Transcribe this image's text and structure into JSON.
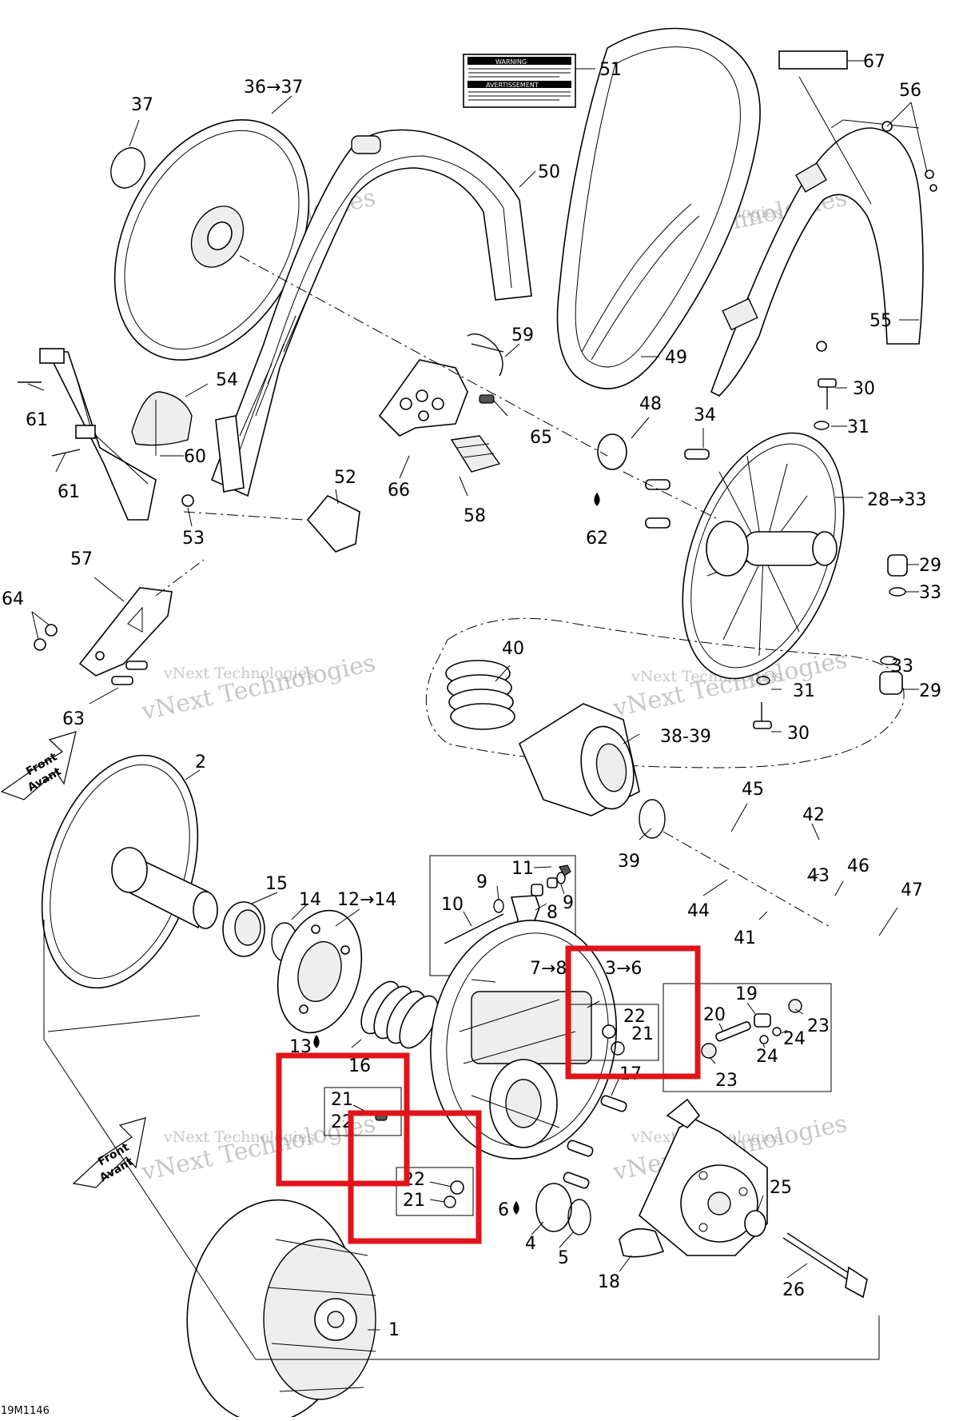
{
  "diagram": {
    "code": "19M1146",
    "watermark": "vNext Technologies",
    "front_arrow_lines": [
      "Front",
      "Avant"
    ],
    "highlight_color": "#e0141a",
    "callouts": [
      {
        "id": "c51",
        "text": "51"
      },
      {
        "id": "c67",
        "text": "67"
      },
      {
        "id": "c56",
        "text": "56"
      },
      {
        "id": "c3637",
        "text": "36→37"
      },
      {
        "id": "c37",
        "text": "37"
      },
      {
        "id": "c50",
        "text": "50"
      },
      {
        "id": "c55",
        "text": "55"
      },
      {
        "id": "c59",
        "text": "59"
      },
      {
        "id": "c49",
        "text": "49"
      },
      {
        "id": "c54",
        "text": "54"
      },
      {
        "id": "c61a",
        "text": "61"
      },
      {
        "id": "c60",
        "text": "60"
      },
      {
        "id": "c61b",
        "text": "61"
      },
      {
        "id": "c30a",
        "text": "30"
      },
      {
        "id": "c31a",
        "text": "31"
      },
      {
        "id": "c48",
        "text": "48"
      },
      {
        "id": "c34",
        "text": "34"
      },
      {
        "id": "c65",
        "text": "65"
      },
      {
        "id": "c66",
        "text": "66"
      },
      {
        "id": "c52",
        "text": "52"
      },
      {
        "id": "c53",
        "text": "53"
      },
      {
        "id": "c58",
        "text": "58"
      },
      {
        "id": "c62",
        "text": "62"
      },
      {
        "id": "c2833",
        "text": "28→33"
      },
      {
        "id": "c29a",
        "text": "29"
      },
      {
        "id": "c33a",
        "text": "33"
      },
      {
        "id": "c57",
        "text": "57"
      },
      {
        "id": "c64",
        "text": "64"
      },
      {
        "id": "c63",
        "text": "63"
      },
      {
        "id": "c40",
        "text": "40"
      },
      {
        "id": "c33b",
        "text": "33"
      },
      {
        "id": "c31b",
        "text": "31"
      },
      {
        "id": "c29b",
        "text": "29"
      },
      {
        "id": "c30b",
        "text": "30"
      },
      {
        "id": "c3839",
        "text": "38-39"
      },
      {
        "id": "c2",
        "text": "2"
      },
      {
        "id": "c45",
        "text": "45"
      },
      {
        "id": "c42",
        "text": "42"
      },
      {
        "id": "c39",
        "text": "39"
      },
      {
        "id": "c43",
        "text": "43"
      },
      {
        "id": "c46",
        "text": "46"
      },
      {
        "id": "c47",
        "text": "47"
      },
      {
        "id": "c44",
        "text": "44"
      },
      {
        "id": "c41",
        "text": "41"
      },
      {
        "id": "c11",
        "text": "11"
      },
      {
        "id": "c9a",
        "text": "9"
      },
      {
        "id": "c9b",
        "text": "9"
      },
      {
        "id": "c10",
        "text": "10"
      },
      {
        "id": "c8",
        "text": "8"
      },
      {
        "id": "c78",
        "text": "7→8"
      },
      {
        "id": "c15",
        "text": "15"
      },
      {
        "id": "c14",
        "text": "14"
      },
      {
        "id": "c1214",
        "text": "12→14"
      },
      {
        "id": "c36",
        "text": "3→6"
      },
      {
        "id": "c22a",
        "text": "22"
      },
      {
        "id": "c21a",
        "text": "21"
      },
      {
        "id": "c19",
        "text": "19"
      },
      {
        "id": "c20",
        "text": "20"
      },
      {
        "id": "c23a",
        "text": "23"
      },
      {
        "id": "c24a",
        "text": "24"
      },
      {
        "id": "c24b",
        "text": "24"
      },
      {
        "id": "c23b",
        "text": "23"
      },
      {
        "id": "c13",
        "text": "13"
      },
      {
        "id": "c16",
        "text": "16"
      },
      {
        "id": "c17",
        "text": "17"
      },
      {
        "id": "c21b",
        "text": "21"
      },
      {
        "id": "c22b",
        "text": "22"
      },
      {
        "id": "c22c",
        "text": "22"
      },
      {
        "id": "c21c",
        "text": "21"
      },
      {
        "id": "c6",
        "text": "6"
      },
      {
        "id": "c4",
        "text": "4"
      },
      {
        "id": "c5",
        "text": "5"
      },
      {
        "id": "c25",
        "text": "25"
      },
      {
        "id": "c18",
        "text": "18"
      },
      {
        "id": "c26",
        "text": "26"
      },
      {
        "id": "c1",
        "text": "1"
      }
    ],
    "warning_decal": {
      "heading": "WARNING",
      "heading2": "AVERTISSEMENT"
    }
  }
}
